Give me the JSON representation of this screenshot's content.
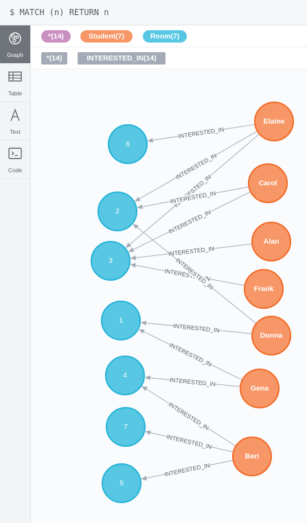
{
  "query": {
    "text": "$ MATCH (n) RETURN n"
  },
  "sidebar": {
    "items": [
      {
        "label": "Graph",
        "icon": "graph-icon",
        "active": true
      },
      {
        "label": "Table",
        "icon": "table-icon",
        "active": false
      },
      {
        "label": "Text",
        "icon": "text-icon",
        "active": false
      },
      {
        "label": "Code",
        "icon": "code-icon",
        "active": false
      }
    ]
  },
  "legend": {
    "nodes": [
      {
        "label": "*(14)",
        "color": "#c990c0"
      },
      {
        "label": "Student(7)",
        "color": "#f79767"
      },
      {
        "label": "Room(7)",
        "color": "#57c7e3"
      }
    ],
    "relationships": [
      {
        "label": "*(14)",
        "color": "#a5abb6"
      },
      {
        "label": "INTERESTED_IN(14)",
        "color": "#a5abb6"
      }
    ]
  },
  "graph": {
    "colors": {
      "room_fill": "#57c7e3",
      "room_stroke": "#23b3d7",
      "student_fill": "#f79767",
      "student_stroke": "#f36924",
      "edge": "#a5abb6"
    },
    "relationship_type": "INTERESTED_IN",
    "rooms": [
      "6",
      "2",
      "3",
      "1",
      "4",
      "7",
      "5"
    ],
    "students": [
      "Elaine",
      "Carol",
      "Alan",
      "Frank",
      "Donna",
      "Gena",
      "Beri"
    ],
    "edges": [
      [
        "Elaine",
        "6"
      ],
      [
        "Elaine",
        "2"
      ],
      [
        "Elaine",
        "3"
      ],
      [
        "Carol",
        "2"
      ],
      [
        "Carol",
        "3"
      ],
      [
        "Alan",
        "3"
      ],
      [
        "Frank",
        "3"
      ],
      [
        "Donna",
        "2"
      ],
      [
        "Donna",
        "1"
      ],
      [
        "Gena",
        "1"
      ],
      [
        "Gena",
        "4"
      ],
      [
        "Beri",
        "4"
      ],
      [
        "Beri",
        "7"
      ],
      [
        "Beri",
        "5"
      ]
    ]
  }
}
